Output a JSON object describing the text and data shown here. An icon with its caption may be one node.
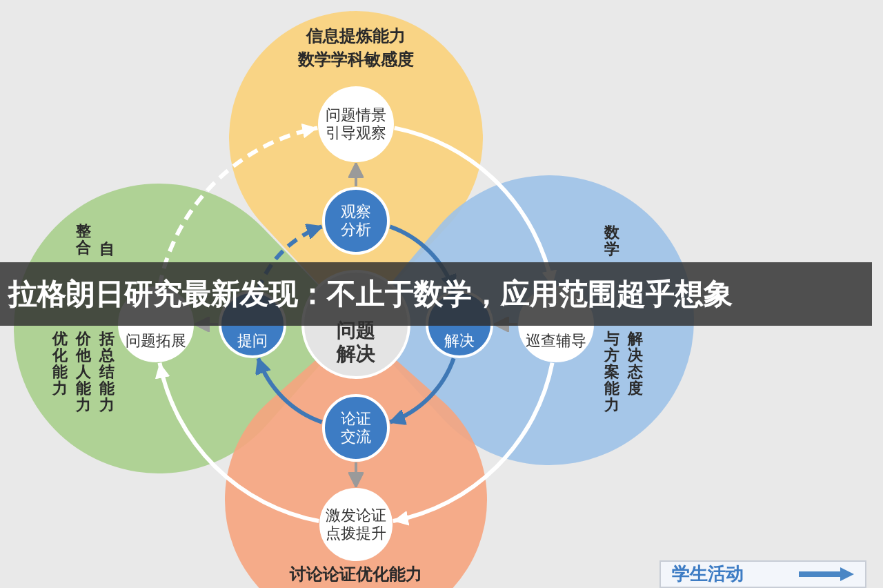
{
  "diagram": {
    "title": "拉格朗日研究最新发现：不止于数学，应用范围超乎想象",
    "nodes": [
      {
        "text": [
          "信息提炼能力",
          "数学学科敏感度"
        ]
      },
      {
        "text": [
          "问题情景引导观察"
        ],
        "in": 0
      },
      {
        "text": [
          "观察分析"
        ],
        "in": 0
      },
      {
        "text": [
          "整合",
          "自",
          "优化能力",
          "价他人能力",
          "括总结能力"
        ]
      },
      {
        "text": [
          "问题拓展"
        ],
        "in": 3
      },
      {
        "text": [
          "提问"
        ],
        "in": 3
      },
      {
        "text": [
          "数学",
          "与方案能力",
          "解决态度"
        ]
      },
      {
        "text": [
          "巡查辅导"
        ],
        "in": 6
      },
      {
        "text": [
          "解决"
        ],
        "in": 6
      },
      {
        "text": [
          "讨论论证优化能力"
        ]
      },
      {
        "text": [
          "激发论证点拨提升"
        ],
        "in": 9
      },
      {
        "text": [
          "论证交流"
        ],
        "in": 9
      },
      {
        "text": [
          "问题解决"
        ]
      }
    ],
    "edges": [
      {
        "from": 1,
        "to": 7,
        "arrow": "to",
        "color": "#ffffff"
      },
      {
        "from": 7,
        "to": 10,
        "arrow": "to",
        "color": "#ffffff"
      },
      {
        "from": 10,
        "to": 4,
        "arrow": "to",
        "color": "#ffffff"
      },
      {
        "from": 4,
        "to": 1,
        "arrow": "to",
        "style": "dashed",
        "color": "#ffffff"
      },
      {
        "from": 2,
        "to": 8,
        "arrow": "to",
        "color": "#3f78b5"
      },
      {
        "from": 8,
        "to": 11,
        "arrow": "to",
        "color": "#3f78b5"
      },
      {
        "from": 11,
        "to": 5,
        "arrow": "to",
        "color": "#3f78b5"
      },
      {
        "from": 5,
        "to": 2,
        "arrow": "to",
        "style": "dashed",
        "color": "#3f78b5"
      },
      {
        "from": 2,
        "to": 1,
        "arrow": "to",
        "color": "#9a9a9a"
      },
      {
        "from": 5,
        "to": 4,
        "arrow": "to",
        "color": "#9a9a9a"
      },
      {
        "from": 7,
        "to": 8,
        "arrow": "to",
        "color": "#9a9a9a"
      },
      {
        "from": 11,
        "to": 10,
        "arrow": "to",
        "color": "#9a9a9a"
      }
    ],
    "legend": [
      {
        "text": "学生活动"
      }
    ]
  }
}
